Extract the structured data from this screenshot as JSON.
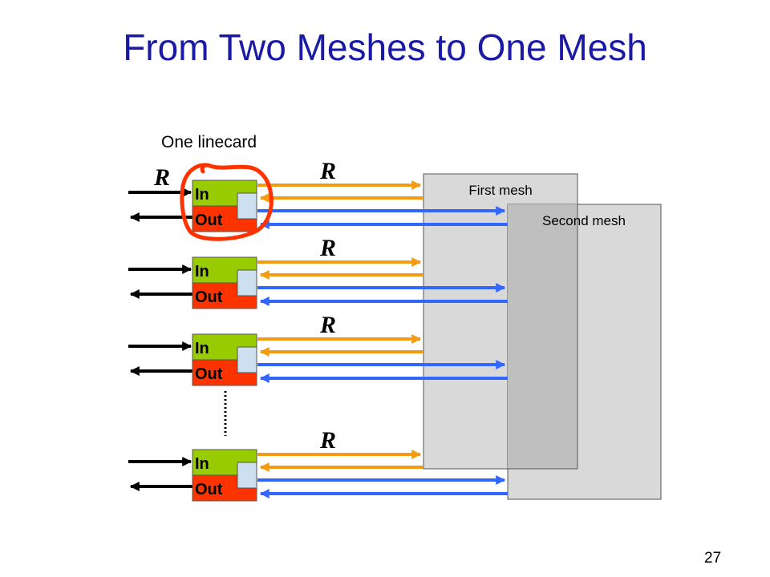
{
  "slide": {
    "title": "From Two Meshes to One Mesh",
    "page_number": "27"
  },
  "diagram": {
    "linecard_label": "One linecard",
    "input_rate_label": "R",
    "rate_labels": [
      "R",
      "R",
      "R",
      "R"
    ],
    "first_mesh_label": "First mesh",
    "second_mesh_label": "Second mesh",
    "linecards": [
      {
        "in_label": "In",
        "out_label": "Out"
      },
      {
        "in_label": "In",
        "out_label": "Out"
      },
      {
        "in_label": "In",
        "out_label": "Out"
      },
      {
        "in_label": "In",
        "out_label": "Out"
      }
    ],
    "colors": {
      "title": "#1a1aa6",
      "in_port": "#99cc00",
      "out_port": "#ff3300",
      "buffer": "#cce0f0",
      "first_mesh_arrow": "#f39c12",
      "second_mesh_arrow": "#3366ff",
      "first_mesh_fill": "#d9d9d9",
      "second_mesh_fill": "#bfbfbf",
      "highlight_circle": "#ff3300"
    }
  }
}
